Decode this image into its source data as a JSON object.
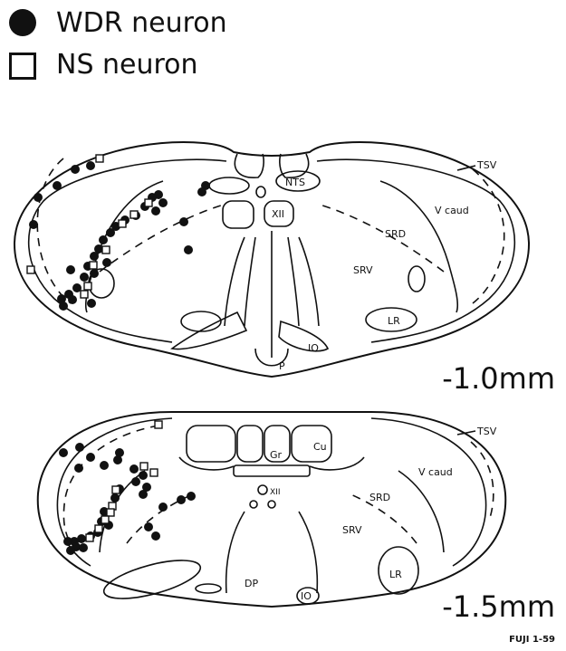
{
  "legend": {
    "wdr_label": "WDR neuron",
    "ns_label": "NS neuron",
    "wdr_symbol": "filled-circle",
    "ns_symbol": "open-square"
  },
  "sections": [
    {
      "depth_label": "-1.0mm",
      "region_labels": {
        "tsv": "TSV",
        "nts": "NTS",
        "xii": "XII",
        "v_caud": "V caud",
        "srd": "SRD",
        "srv": "SRV",
        "lr": "LR",
        "io": "IO",
        "p": "P"
      }
    },
    {
      "depth_label": "-1.5mm",
      "region_labels": {
        "tsv": "TSV",
        "gr": "Gr",
        "cu": "Cu",
        "xii": "XII",
        "v_caud": "V caud",
        "srd": "SRD",
        "srv": "SRV",
        "lr": "LR",
        "io": "IO",
        "dp": "DP"
      }
    }
  ],
  "figure_code": "FUJI 1-59",
  "colors": {
    "ink": "#111111",
    "background": "#ffffff"
  }
}
